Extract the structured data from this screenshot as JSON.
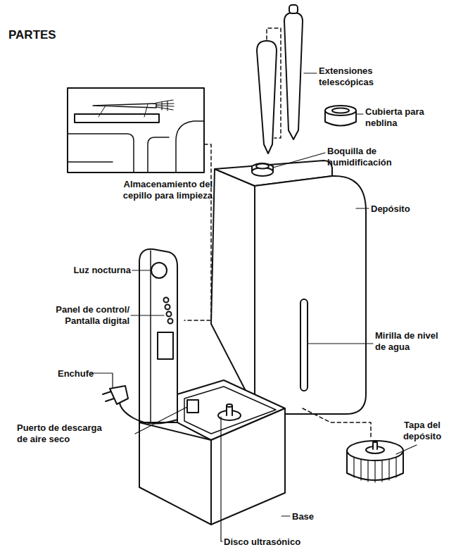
{
  "diagram": {
    "title": "PARTES",
    "labels": [
      "Extensiones telescópicas",
      "Cubierta para neblina",
      "Boquilla de humidificación",
      "Almacenamiento del cepillo para limpieza",
      "Depósito",
      "Luz nocturna",
      "Panel de control/ Pantalla digital",
      "Mirilla de nivel de agua",
      "Enchufe",
      "Puerto de descarga de aire seco",
      "Tapa del depósito",
      "Base",
      "Disco ultrasónico"
    ]
  }
}
